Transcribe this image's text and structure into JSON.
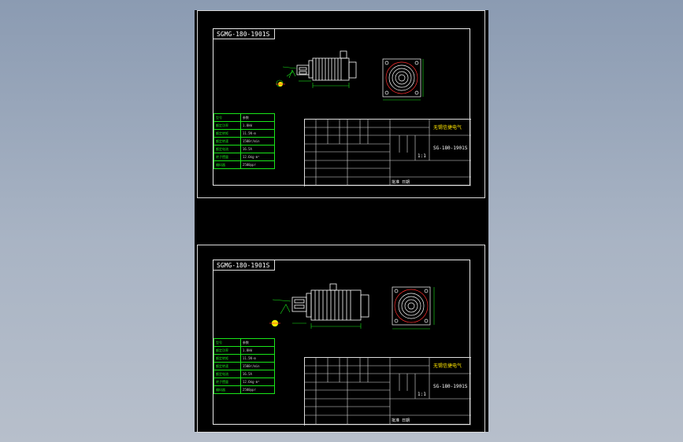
{
  "sheets": [
    {
      "title": "SGMG-180-1901S",
      "params": [
        {
          "label": "型号",
          "value": "参数"
        },
        {
          "label": "额定功率",
          "value": "1.8kW"
        },
        {
          "label": "额定转矩",
          "value": "11.5N·m"
        },
        {
          "label": "额定转速",
          "value": "1500r/min"
        },
        {
          "label": "额定电流",
          "value": "16.5A"
        },
        {
          "label": "转子惯量",
          "value": "12.6kg·m²"
        },
        {
          "label": "编码器",
          "value": "2500ppr"
        }
      ],
      "title_block": {
        "company": "无锡信捷电气",
        "code": "SG-180-1901S",
        "scale": "1:1",
        "stamp": "批准  日期"
      }
    },
    {
      "title": "SGMG-180-1901S",
      "params": [
        {
          "label": "型号",
          "value": "参数"
        },
        {
          "label": "额定功率",
          "value": "1.8kW"
        },
        {
          "label": "额定转矩",
          "value": "11.5N·m"
        },
        {
          "label": "额定转速",
          "value": "1500r/min"
        },
        {
          "label": "额定电流",
          "value": "16.5A"
        },
        {
          "label": "转子惯量",
          "value": "12.6kg·m²"
        },
        {
          "label": "编码器",
          "value": "2500ppr"
        }
      ],
      "title_block": {
        "company": "无锡信捷电气",
        "code": "SG-180-1901S",
        "scale": "1:1",
        "stamp": "批准  日期"
      }
    }
  ],
  "colors": {
    "background": "#000000",
    "outline": "#ffffff",
    "dimension": "#19e619",
    "accent_red": "#ff3030",
    "text_yellow": "#ffe600"
  }
}
